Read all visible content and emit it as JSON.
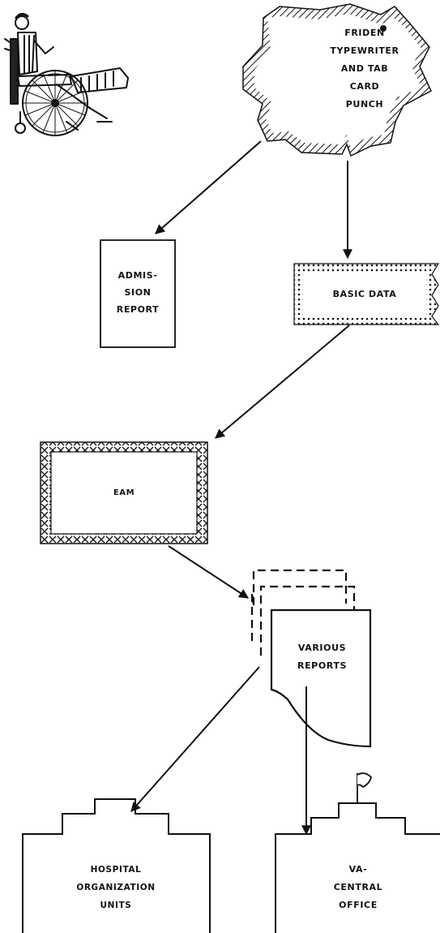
{
  "diagram": {
    "nodes": {
      "friden": {
        "lines": [
          "FRIDEN",
          "TYPEWRITER",
          "AND TAB",
          "CARD",
          "PUNCH"
        ]
      },
      "admission_report": {
        "lines": [
          "ADMIS-",
          "SION",
          "REPORT"
        ]
      },
      "basic_data": {
        "lines": [
          "BASIC DATA"
        ]
      },
      "eam": {
        "lines": [
          "EAM"
        ]
      },
      "various_reports": {
        "lines": [
          "VARIOUS",
          "REPORTS"
        ]
      },
      "hospital_units": {
        "lines": [
          "HOSPITAL",
          "ORGANIZATION",
          "UNITS"
        ]
      },
      "va_central_office": {
        "lines": [
          "VA-",
          "CENTRAL",
          "OFFICE"
        ]
      }
    },
    "edges": [
      {
        "from": "friden",
        "to": "admission_report"
      },
      {
        "from": "friden",
        "to": "basic_data"
      },
      {
        "from": "basic_data",
        "to": "eam"
      },
      {
        "from": "eam",
        "to": "various_reports"
      },
      {
        "from": "various_reports",
        "to": "hospital_units"
      },
      {
        "from": "various_reports",
        "to": "va_central_office"
      }
    ],
    "icons": [
      "wheelchair-patient-icon",
      "flag-icon"
    ]
  }
}
